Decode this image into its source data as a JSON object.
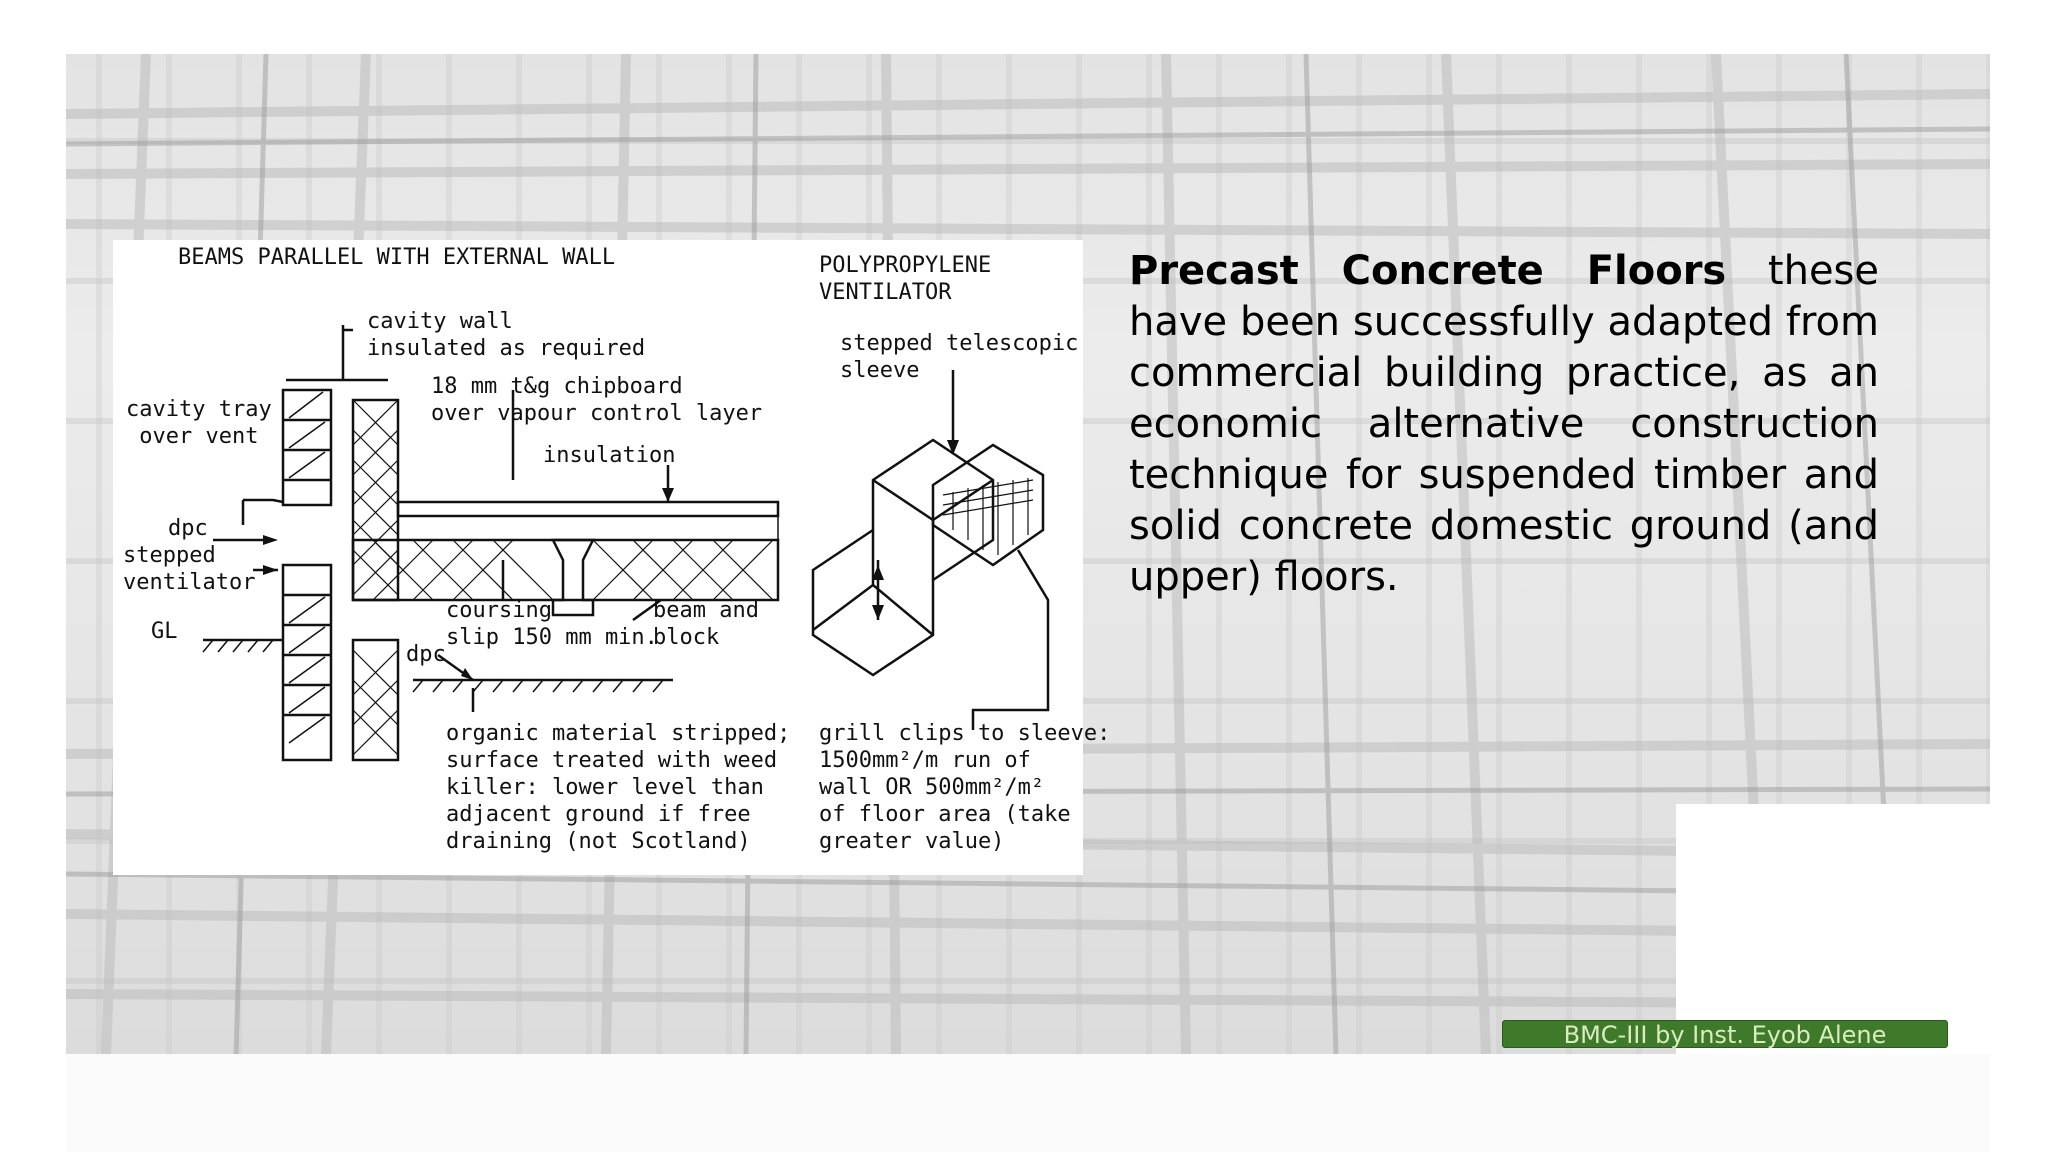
{
  "slide": {
    "body": {
      "bold_lead": "Precast Concrete Floors",
      "text": " these have been successfully adapted from commercial building practice, as an economic alternative construction technique for suspended timber and solid concrete domestic ground (and upper) floors."
    },
    "footer": "BMC-III by Inst. Eyob Alene"
  },
  "diagram": {
    "left_title": "BEAMS PARALLEL WITH EXTERNAL WALL",
    "right_title": "POLYPROPYLENE\nVENTILATOR",
    "labels": {
      "cavity_wall": "cavity wall\ninsulated as required",
      "chipboard": "18 mm t&g chipboard\nover vapour control layer",
      "cavity_tray": "cavity tray\n over vent",
      "insulation": "insulation",
      "dpc_upper": "dpc",
      "stepped_ventilator": "stepped\nventilator",
      "gl": "GL",
      "coursing_slip": "coursing\nslip 150 mm min.",
      "beam_block": "beam and\nblock",
      "dpc_lower": "dpc",
      "organic": "organic material stripped;\nsurface treated with weed\nkiller: lower level than\nadjacent ground if free\ndraining (not Scotland)",
      "sleeve": "stepped telescopic\nsleeve",
      "grill": "grill clips to sleeve:\n1500mm²/m run of\nwall OR 500mm²/m²\nof floor area (take\ngreater value)"
    }
  }
}
